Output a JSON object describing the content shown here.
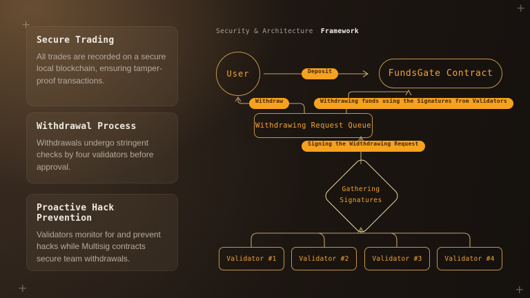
{
  "header": {
    "title_prefix": "Security & Architecture",
    "title_emphasis": "Framework"
  },
  "cards": [
    {
      "title": "Secure Trading",
      "body": "All trades are recorded on a secure local blockchain, ensuring tamper-proof transactions."
    },
    {
      "title": "Withdrawal Process",
      "body": "Withdrawals undergo stringent checks by four validators before approval."
    },
    {
      "title": "Proactive Hack Prevention",
      "body": "Validators monitor for and prevent hacks while Multisig contracts secure team withdrawals."
    }
  ],
  "diagram": {
    "user_label": "User",
    "contract_label": "FundsGate Contract",
    "queue_label": "Withdrawing Request Queue",
    "decision": {
      "line1": "Gathering",
      "line2": "Signatures"
    },
    "validators": [
      "Validator #1",
      "Validator #2",
      "Validator #3",
      "Validator #4"
    ],
    "badges": {
      "deposit": "Deposit",
      "withdraw": "Withdraw",
      "funds_transfer": "Withdrawing funds using the Signatures from Validators",
      "signing": "Signing the Widthdrawing Request"
    }
  },
  "decorations": {
    "corner_mark": "+"
  },
  "colors": {
    "accent_orange": "#F6A21E",
    "badge_text": "#45270A",
    "node_outline": "#C6964D",
    "node_text": "#F1A437",
    "diamond_outline": "#E7D9A5",
    "connector": "#C2A470",
    "card_title": "#EFEAE2",
    "card_body": "#B4ABA0",
    "header_muted": "#A8A096",
    "header_emphasis": "#F4F1EC"
  }
}
